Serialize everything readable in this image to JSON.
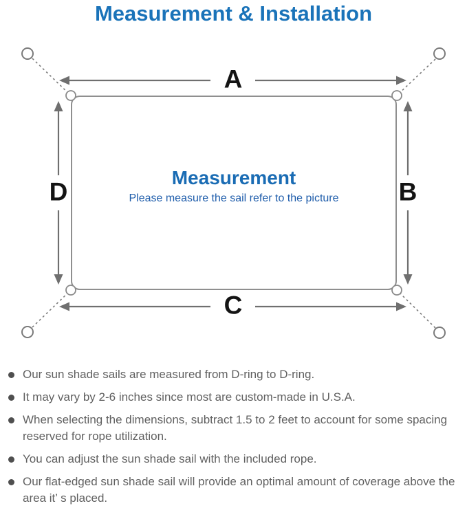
{
  "page": {
    "title": "Measurement & Installation"
  },
  "diagram": {
    "labels": {
      "top": "A",
      "right": "B",
      "bottom": "C",
      "left": "D"
    },
    "center_title": "Measurement",
    "center_subtitle": "Please measure the sail refer to the picture",
    "icons": [
      "anchor-ring",
      "d-ring",
      "dashed-rope",
      "measure-arrow"
    ],
    "colors": {
      "accent_blue": "#1a73b9",
      "center_blue": "#1a6cb4",
      "subtitle_blue": "#1f5dab",
      "line_gray": "#8f8f8f",
      "arrow_gray": "#6f6f6f",
      "label_black": "#141414",
      "note_gray": "#606060"
    }
  },
  "notes": [
    "Our sun shade sails are measured from D-ring to D-ring.",
    "It may vary by 2-6 inches since most are custom-made in U.S.A.",
    "When selecting the dimensions, subtract 1.5 to 2 feet to account for some spacing reserved for rope utilization.",
    "You can adjust the sun shade sail with the included rope.",
    "Our flat-edged sun shade sail will provide an optimal amount of coverage above the area it’ s placed."
  ]
}
